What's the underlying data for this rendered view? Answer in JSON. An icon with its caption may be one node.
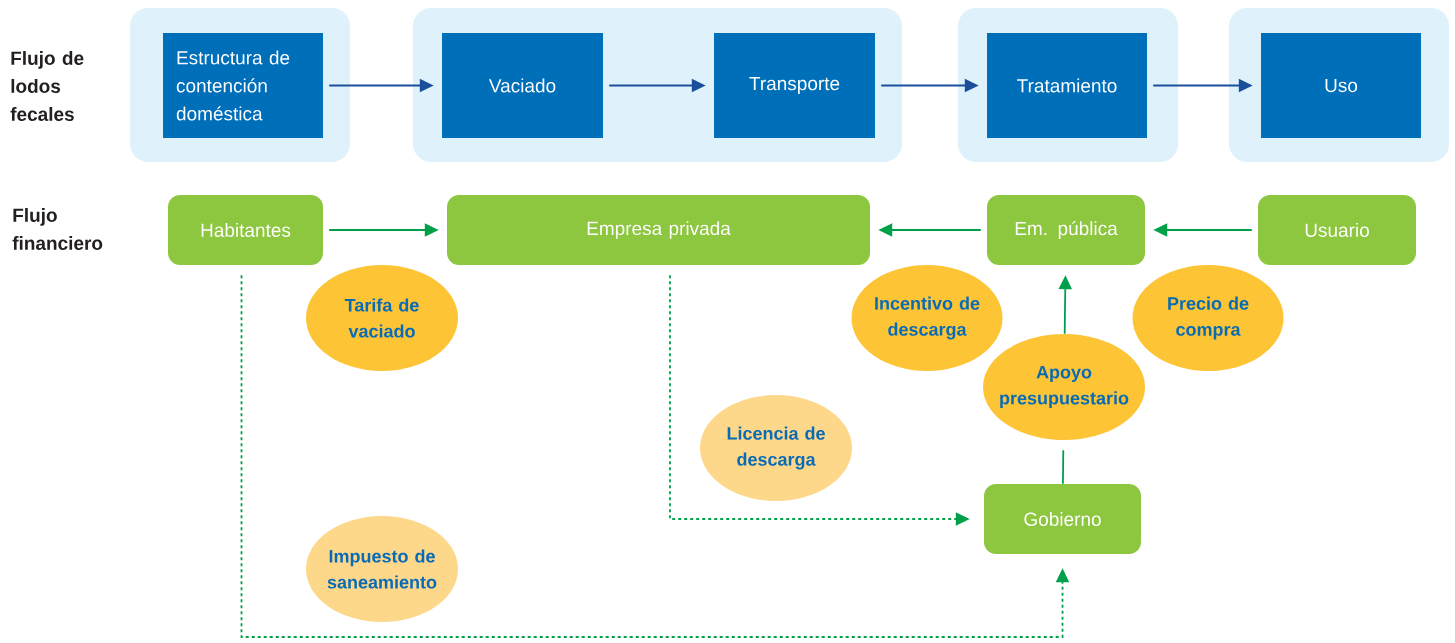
{
  "diagram": {
    "nodes": [
      {
        "text": [],
        "shape": "box"
      },
      {
        "text": [
          "Estructura de contención doméstica"
        ],
        "in": 0
      },
      {
        "text": [],
        "shape": "box"
      },
      {
        "text": [
          "Vaciado"
        ],
        "in": 2
      },
      {
        "text": [
          "Transporte"
        ],
        "in": 2
      },
      {
        "text": [],
        "shape": "box"
      },
      {
        "text": [
          "Tratamiento"
        ],
        "in": 5
      },
      {
        "text": [],
        "shape": "box"
      },
      {
        "text": [
          "Uso"
        ],
        "in": 7
      },
      {
        "text": [
          "Habitantes"
        ]
      },
      {
        "text": [
          "Empresa privada"
        ]
      },
      {
        "text": [
          "Em. pública"
        ]
      },
      {
        "text": [
          "Usuario"
        ]
      },
      {
        "text": [
          "Gobierno"
        ]
      },
      {
        "text": [
          "Tarifa de vaciado"
        ]
      },
      {
        "text": [
          "Incentivo de descarga"
        ]
      },
      {
        "text": [
          "Precio de compra"
        ]
      },
      {
        "text": [
          "Apoyo presupuestario"
        ]
      },
      {
        "text": [
          "Licencia de descarga"
        ]
      },
      {
        "text": [
          "Impuesto de saneamiento"
        ]
      }
    ],
    "edges": [
      {
        "from": 1,
        "to": 3,
        "arrow": "to",
        "color": "#1a4f9c"
      },
      {
        "from": 3,
        "to": 4,
        "arrow": "to",
        "color": "#1a4f9c"
      },
      {
        "from": 4,
        "to": 6,
        "arrow": "to",
        "color": "#1a4f9c"
      },
      {
        "from": 6,
        "to": 8,
        "arrow": "to",
        "color": "#1a4f9c"
      },
      {
        "from": 9,
        "to": 10,
        "arrow": "to"
      },
      {
        "from": 11,
        "to": 10,
        "arrow": "to"
      },
      {
        "from": 12,
        "to": 11,
        "arrow": "to"
      },
      {
        "from": 13,
        "to": 17,
        "arrow": "none"
      },
      {
        "from": 17,
        "to": 11,
        "arrow": "to"
      },
      {
        "from": 10,
        "to": 13,
        "arrow": "to",
        "style": "dashed"
      },
      {
        "from": 9,
        "to": 13,
        "arrow": "to",
        "style": "dashed"
      }
    ],
    "labels": [
      "Flujo de lodos fecales",
      "Flujo financiero"
    ]
  }
}
